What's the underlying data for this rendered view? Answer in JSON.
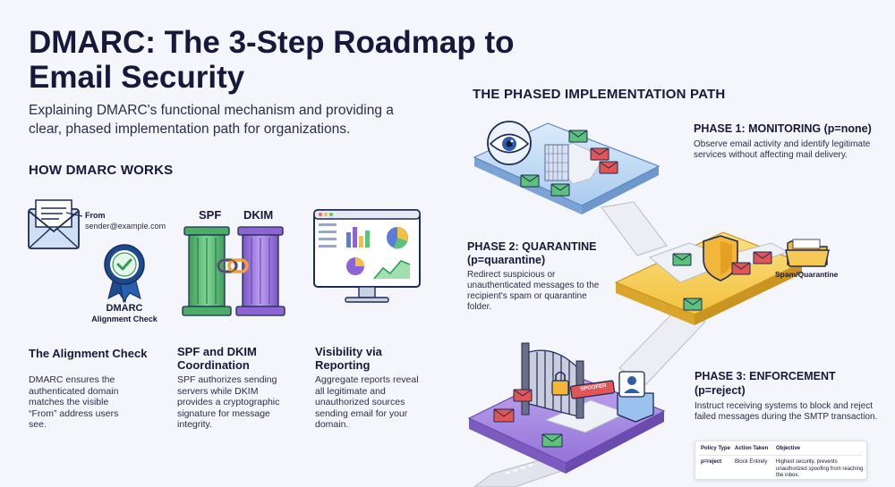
{
  "title": "DMARC: The 3-Step Roadmap to Email Security",
  "subtitle": "Explaining DMARC's functional mechanism and providing a clear, phased implementation path for organizations.",
  "how_works": {
    "heading": "HOW DMARC WORKS",
    "email_from_label": "From",
    "email_from_address": "sender@example.com",
    "badge_label_1": "DMARC",
    "badge_label_2": "Alignment Check",
    "spf_label": "SPF",
    "dkim_label": "DKIM",
    "columns": [
      {
        "title": "The Alignment Check",
        "desc": "DMARC ensures the authenticated domain matches the visible “From” address users see."
      },
      {
        "title": "SPF and DKIM Coordination",
        "desc": "SPF authorizes sending servers while DKIM provides a cryptographic signature for message integrity."
      },
      {
        "title": "Visibility via Reporting",
        "desc": "Aggregate reports reveal all legitimate and unauthorized sources sending email for your domain."
      }
    ]
  },
  "path": {
    "heading": "THE PHASED IMPLEMENTATION PATH",
    "phase1": {
      "title": "PHASE 1: MONITORING (p=none)",
      "desc": "Observe email activity and identify legitimate services without affecting mail delivery."
    },
    "phase2": {
      "title_line1": "PHASE 2: QUARANTINE",
      "title_line2": "(p=quarantine)",
      "desc": "Redirect suspicious or unauthenticated messages to the recipient's spam or quarantine folder."
    },
    "phase3": {
      "title_line1": "PHASE 3: ENFORCEMENT",
      "title_line2": "(p=reject)",
      "desc": "Instruct receiving systems to block and reject failed messages during the SMTP transaction."
    },
    "spam_label": "Spam/Quarantine",
    "gate_sign": "SPOOFER",
    "table": {
      "headers": [
        "Policy Type",
        "Action Taken",
        "Objective"
      ],
      "row": [
        "p=reject",
        "Block Entirely",
        "Highest security, prevents unauthorized spoofing from reaching the inbox."
      ]
    }
  },
  "colors": {
    "phase1": "#bcd7f3",
    "phase2": "#f6cf5a",
    "phase3": "#a98be0",
    "pillar_spf": "#62c47a",
    "pillar_dkim": "#a47fe0",
    "badge": "#1e4a8c"
  }
}
